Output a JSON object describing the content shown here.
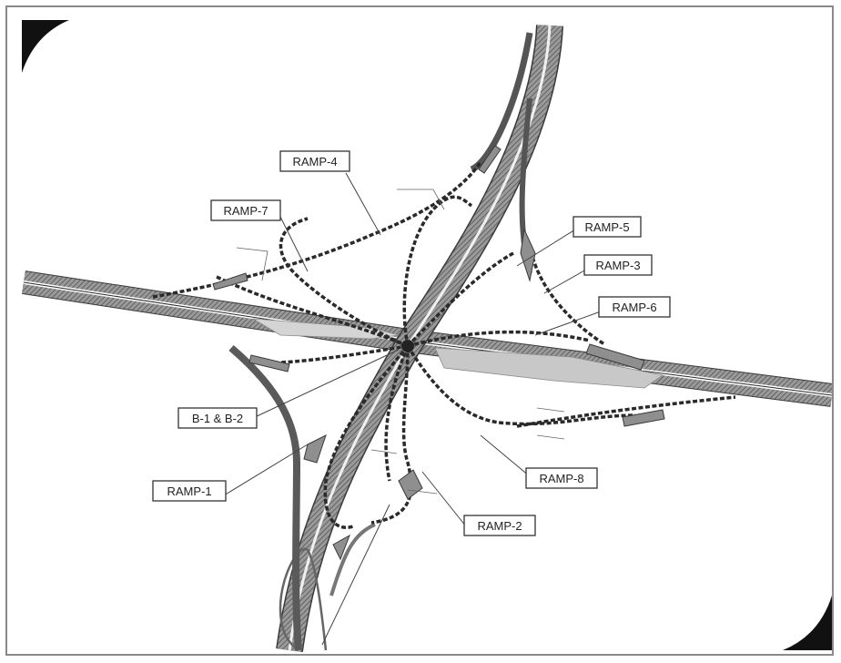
{
  "labels": {
    "ramp4": "RAMP-4",
    "ramp7": "RAMP-7",
    "ramp5": "RAMP-5",
    "ramp3": "RAMP-3",
    "ramp6": "RAMP-6",
    "b1b2": "B-1 & B-2",
    "ramp1": "RAMP-1",
    "ramp8": "RAMP-8",
    "ramp2": "RAMP-2"
  },
  "colors": {
    "road_dark": "#3a3a3a",
    "road_mid": "#7a7a7a",
    "road_light": "#c8c8c8",
    "ramp_dash": "#2a2a2a",
    "frame": "#8a8a8a",
    "corner": "#111111"
  }
}
